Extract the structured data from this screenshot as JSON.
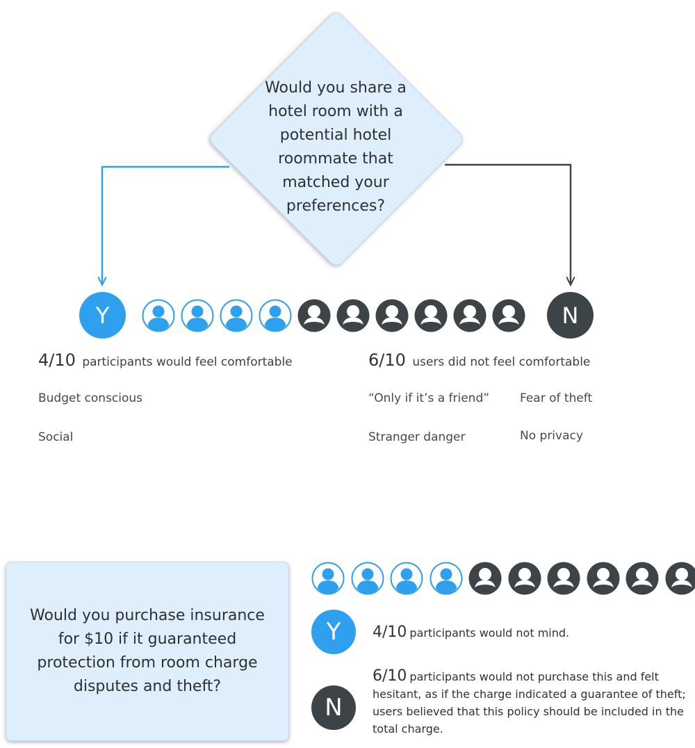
{
  "q1": {
    "question": "Would you share a hotel room with  a potential hotel roommate that matched your preferences?",
    "yes_label": "Y",
    "no_label": "N",
    "icons": [
      "yes",
      "yes",
      "yes",
      "yes",
      "no",
      "no",
      "no",
      "no",
      "no",
      "no"
    ],
    "yes_count": "4/10",
    "yes_text": "participants would feel comfortable",
    "no_count": "6/10",
    "no_text": "users did not feel comfortable",
    "yes_reasons": [
      "Budget conscious",
      "Social"
    ],
    "no_reasons": [
      "“Only if it’s a friend”",
      "Fear of theft",
      "Stranger danger",
      "No privacy"
    ]
  },
  "q2": {
    "question": "Would you purchase insurance for $10 if it guaranteed protection from room charge disputes and theft?",
    "icons": [
      "yes",
      "yes",
      "yes",
      "yes",
      "no",
      "no",
      "no",
      "no",
      "no",
      "no"
    ],
    "yes_label": "Y",
    "no_label": "N",
    "yes_count": "4/10",
    "yes_text": "participants would not mind.",
    "no_count": "6/10",
    "no_text": "participants would not purchase this and felt hesitant, as if the charge indicated a guarantee of theft; users believed that this policy should be included in the total charge."
  },
  "colors": {
    "yes": "#2fa0ee",
    "no": "#3d4448",
    "panel": "#deeefb"
  }
}
